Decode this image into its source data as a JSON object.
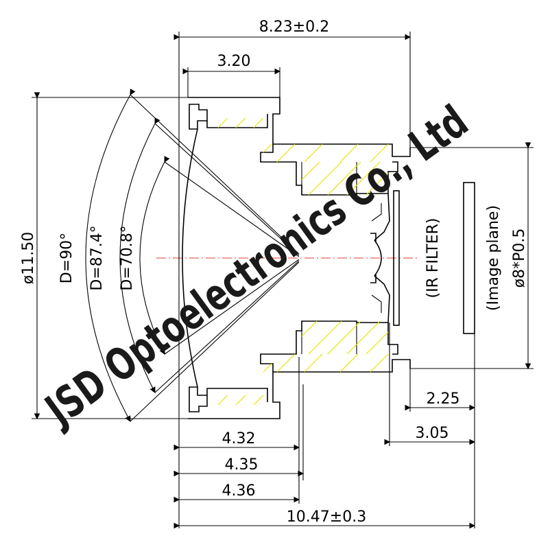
{
  "dimensions": {
    "top_overall": "8.23±0.2",
    "top_inner": "3.20",
    "left_diameter": "ø11.50",
    "fov_d1": "D=90°",
    "fov_d2": "D=87.4°",
    "fov_d3": "D=70.8°",
    "ir_filter": "(IR FILTER)",
    "image_plane": "(Image plane)",
    "thread": "ø8*P0.5",
    "bottom_225": "2.25",
    "bottom_305": "3.05",
    "bottom_432": "4.32",
    "bottom_435": "4.35",
    "bottom_436": "4.36",
    "bottom_overall": "10.47±0.3"
  },
  "watermark": "JSD Optoelectronics Co., Ltd",
  "colors": {
    "line": "#000000",
    "hatch": "#e6e600",
    "axis": "#e53935",
    "watermark": "#1a1a1a"
  }
}
